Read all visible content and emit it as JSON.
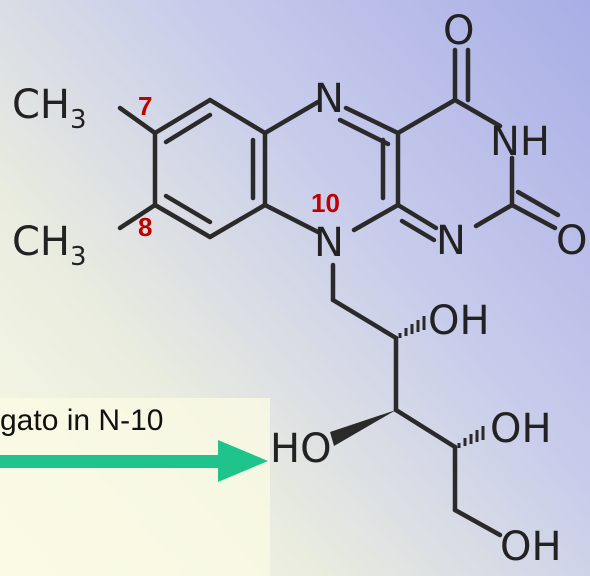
{
  "caption": "gato in N-10",
  "atoms": {
    "ch3_top": "CH",
    "ch3_top_sub": "3",
    "ch3_bottom": "CH",
    "ch3_bottom_sub": "3",
    "n5": "N",
    "n10": "N",
    "n1": "N",
    "nh": "NH",
    "o4": "O",
    "o2": "O",
    "oh1": "OH",
    "oh2": "OH",
    "ho": "HO",
    "oh4": "OH"
  },
  "position_numbers": {
    "c7": "7",
    "c8": "8",
    "n10": "10"
  },
  "colors": {
    "bond": "#2a2a2a",
    "number": "#c00000",
    "arrow": "#1fc48c",
    "caption_bg": "#fbfbe4"
  }
}
